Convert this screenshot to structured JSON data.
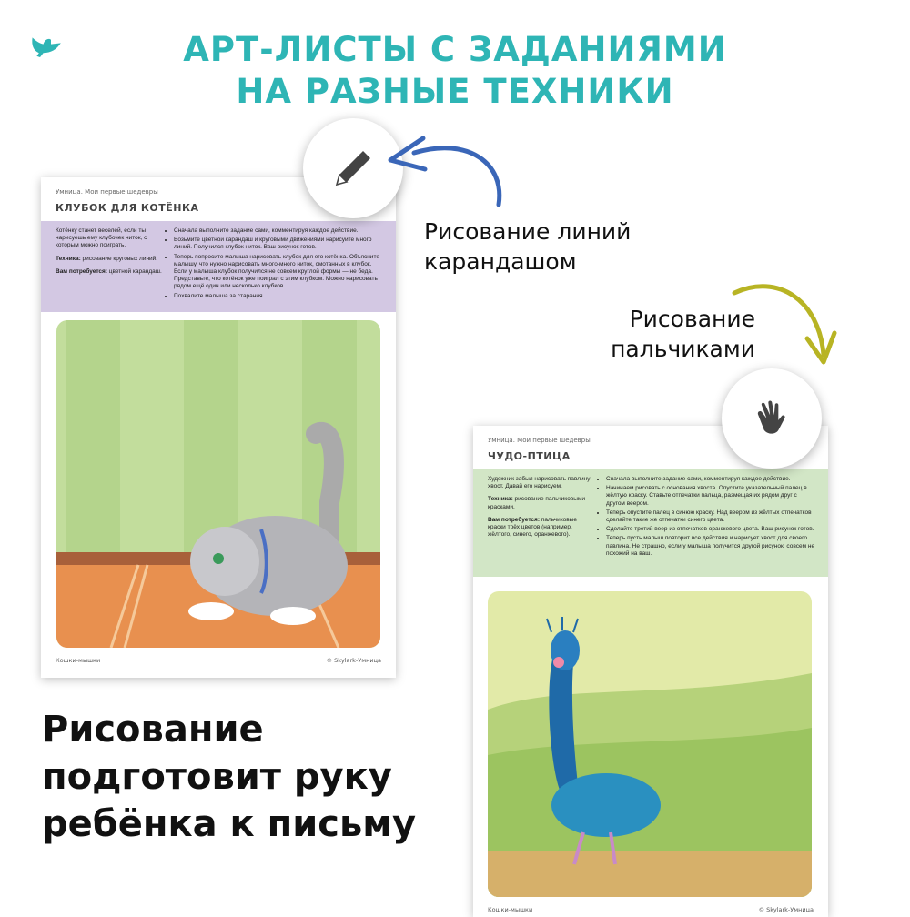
{
  "header": {
    "line1": "АРТ-ЛИСТЫ С ЗАДАНИЯМИ",
    "line2": "НА РАЗНЫЕ ТЕХНИКИ",
    "logo_icon": "bird-icon",
    "accent": "#2eb5b5"
  },
  "card1": {
    "brand": "Умница. Мои первые шедевры",
    "title": "КЛУБОК ДЛЯ КОТЁНКА",
    "band_color": "#d3c8e3",
    "intro": "Котёнку станет веселей, если ты нарисуешь ему клубочек ниток, с которым можно поиграть.",
    "technique_label": "Техника:",
    "technique": " рисование круговых линий.",
    "need_label": "Вам потребуется:",
    "need": " цветной карандаш.",
    "steps": [
      "Сначала выполните задание сами, комментируя каждое действие.",
      "Возьмите цветной карандаш и круговыми движениями нарисуйте много линий. Получился клубок ниток. Ваш рисунок готов.",
      "Теперь попросите малыша нарисовать клубок для его котёнка. Объясните малышу, что нужно нарисовать много-много ниток, смотанных в клубок. Если у малыша клубок получился не совсем круглой формы — не беда. Представьте, что котёнок уже поиграл с этим клубком. Можно нарисовать рядом ещё один или несколько клубков.",
      "Похвалите малыша за старания."
    ],
    "footer_left": "Кошки-мышки",
    "footer_right": "© Skylark-Умница",
    "icon": "pencil-icon"
  },
  "card2": {
    "brand": "Умница. Мои первые шедевры",
    "title": "ЧУДО-ПТИЦА",
    "band_color": "#d2e6c6",
    "intro": "Художник забыл нарисовать павлину хвост. Давай его нарисуем.",
    "technique_label": "Техника:",
    "technique": " рисование пальчиковыми красками.",
    "need_label": "Вам потребуется:",
    "need": " пальчиковые краски трёх цветов (например, жёлтого, синего, оранжевого).",
    "steps": [
      "Сначала выполните задание сами, комментируя каждое действие.",
      "Начинаем рисовать с основания хвоста. Опустите указательный палец в жёлтую краску. Ставьте отпечатки пальца, размещая их рядом друг с другом веером.",
      "Теперь опустите палец в синюю краску. Над веером из жёлтых отпечатков сделайте такие же отпечатки синего цвета.",
      "Сделайте третий веер из отпечатков оранжевого цвета. Ваш рисунок готов.",
      "Теперь пусть малыш повторит все действия и нарисует хвост для своего павлина. Не страшно, если у малыша получится другой рисунок, совсем не похожий на ваш."
    ],
    "footer_left": "Кошки-мышки",
    "footer_right": "© Skylark-Умница",
    "icon": "hand-icon"
  },
  "labels": {
    "pencil_line1": "Рисование линий",
    "pencil_line2": "карандашом",
    "finger_line1": "Рисование",
    "finger_line2": "пальчиками"
  },
  "tagline": {
    "line1": "Рисование",
    "line2": "подготовит руку",
    "line3": "ребёнка к письму"
  }
}
